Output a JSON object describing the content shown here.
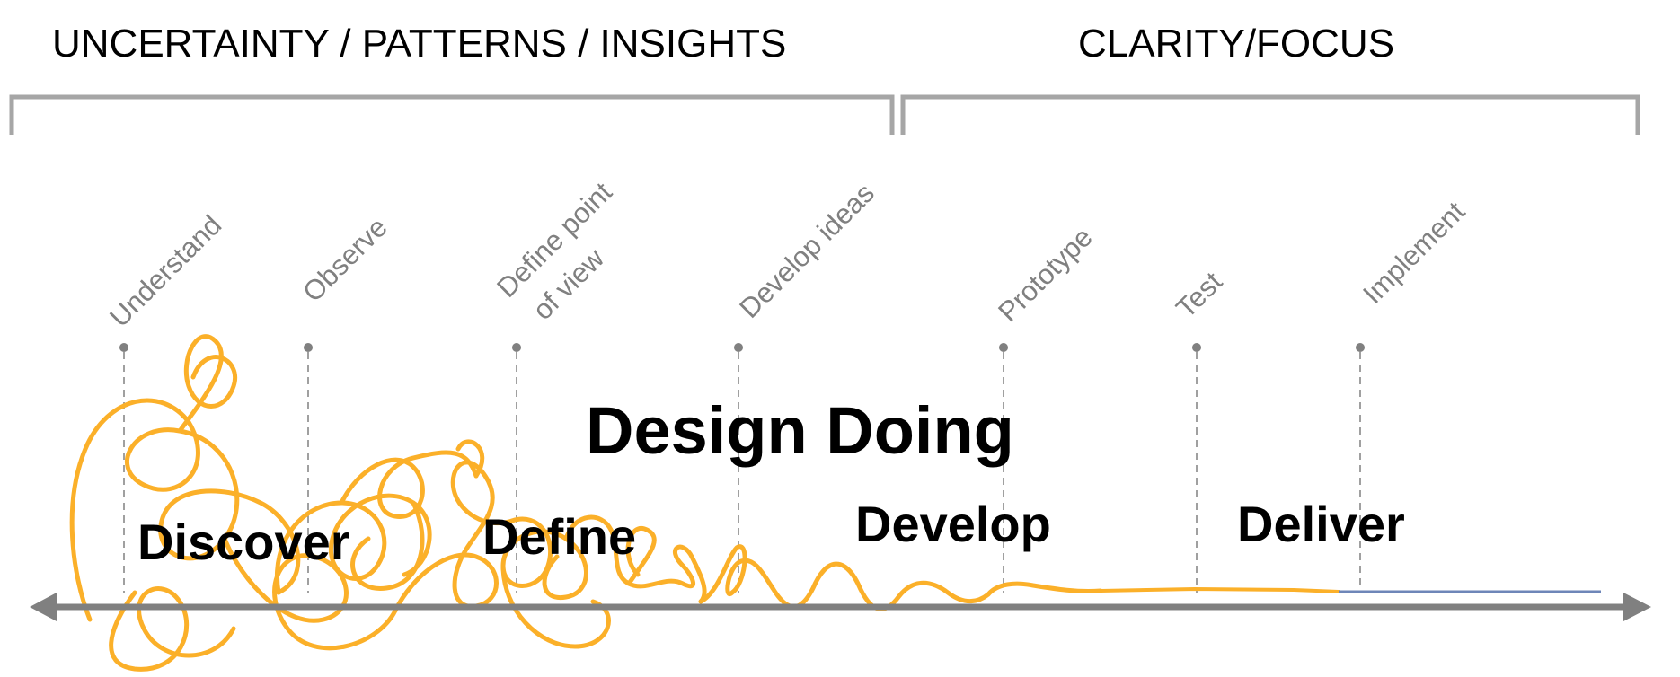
{
  "diagram": {
    "title": "Design Doing",
    "phase_groups": [
      {
        "label": "UNCERTAINTY / PATTERNS / INSIGHTS"
      },
      {
        "label": "CLARITY/FOCUS"
      }
    ],
    "steps": [
      {
        "label": "Understand"
      },
      {
        "label": "Observe"
      },
      {
        "label": "Define point",
        "label2": "of view"
      },
      {
        "label": "Develop ideas"
      },
      {
        "label": "Prototype"
      },
      {
        "label": "Test"
      },
      {
        "label": "Implement"
      }
    ],
    "stages": [
      {
        "label": "Discover"
      },
      {
        "label": "Define"
      },
      {
        "label": "Develop"
      },
      {
        "label": "Deliver"
      }
    ],
    "colors": {
      "squiggle": "#FBB029",
      "focus_line": "#6E86B8",
      "axis": "#808080",
      "bracket": "#A6A6A6",
      "marker": "#808080"
    }
  }
}
